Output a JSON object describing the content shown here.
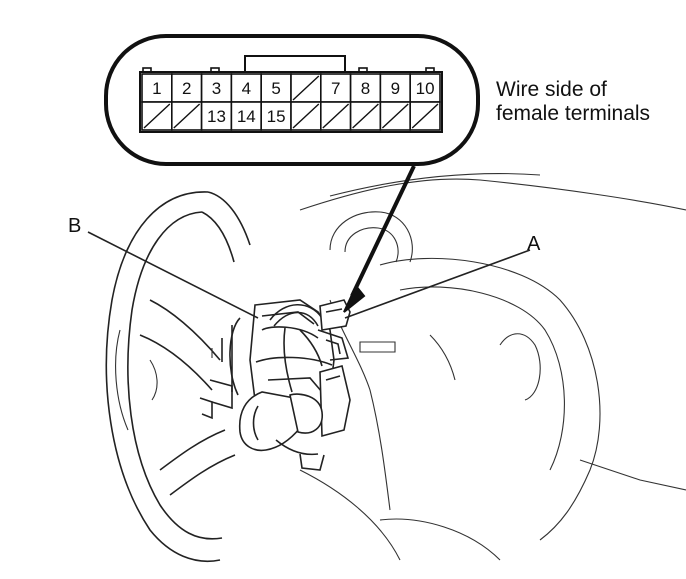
{
  "connector": {
    "top_row": [
      "1",
      "2",
      "3",
      "4",
      "5",
      "",
      "7",
      "8",
      "9",
      "10"
    ],
    "bottom_row": [
      "",
      "",
      "13",
      "14",
      "15",
      "",
      "",
      "",
      "",
      ""
    ],
    "caption_line1": "Wire side of",
    "caption_line2": "female terminals"
  },
  "callouts": {
    "a": "A",
    "b": "B"
  }
}
